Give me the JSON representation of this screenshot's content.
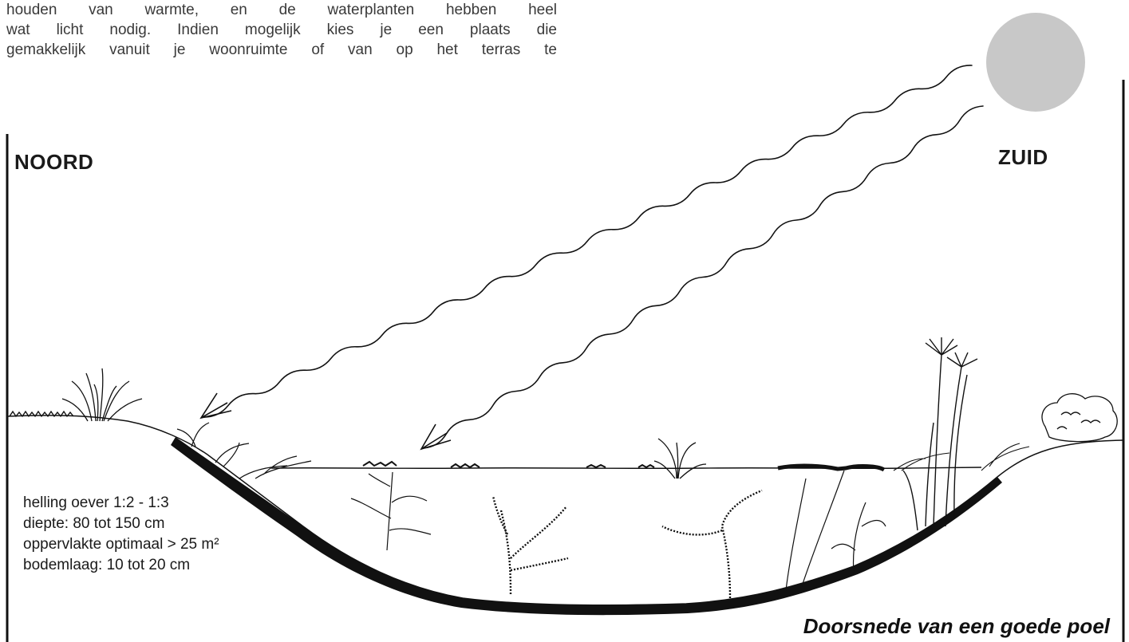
{
  "intro": {
    "lines": [
      "houden van warmte, en de waterplanten hebben heel",
      "wat licht nodig. Indien mogelijk kies je een plaats die",
      "gemakkelijk vanuit je woonruimte of van op het terras te"
    ]
  },
  "diagram": {
    "north_label": "NOORD",
    "south_label": "ZUID",
    "specs": [
      "helling oever 1:2 - 1:3",
      "diepte: 80 tot 150 cm",
      "oppervlakte optimaal > 25 m²",
      "bodemlaag: 10 tot 20 cm"
    ],
    "caption": "Doorsnede van een goede poel",
    "colors": {
      "sun": "#c8c8c8",
      "ink": "#111111"
    }
  }
}
